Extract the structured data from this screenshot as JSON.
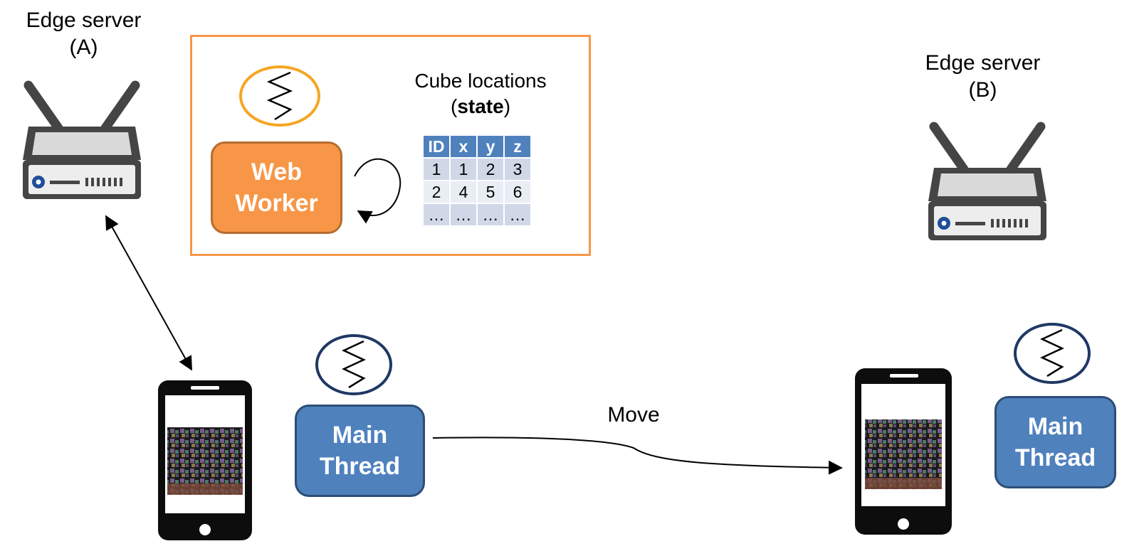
{
  "edge_a": {
    "line1": "Edge server",
    "line2": "(A)"
  },
  "edge_b": {
    "line1": "Edge server",
    "line2": "(B)"
  },
  "worker": {
    "line1": "Web",
    "line2": "Worker"
  },
  "state": {
    "title_line1": "Cube locations",
    "title_open": "(",
    "title_bold": "state",
    "title_close": ")",
    "headers": [
      "ID",
      "x",
      "y",
      "z"
    ],
    "rows": [
      [
        "1",
        "1",
        "2",
        "3"
      ],
      [
        "2",
        "4",
        "5",
        "6"
      ],
      [
        "…",
        "…",
        "…",
        "…"
      ]
    ]
  },
  "main_a": {
    "line1": "Main",
    "line2": "Thread"
  },
  "main_b": {
    "line1": "Main",
    "line2": "Thread"
  },
  "move_label": "Move",
  "colors": {
    "orange": "#f79646",
    "blue": "#4f81bd",
    "dark_navy": "#1f3864",
    "router": "#454545"
  }
}
